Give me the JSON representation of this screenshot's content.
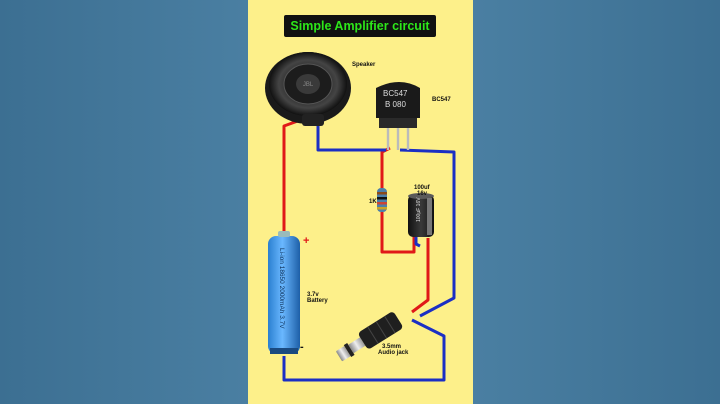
{
  "title": "Simple Amplifier circuit",
  "labels": {
    "speaker": "Speaker",
    "transistor": "BC547",
    "transistor_marking_1": "BC547",
    "transistor_marking_2": "B 080",
    "resistor": "1K",
    "capacitor_1": "100uf",
    "capacitor_2": "16v",
    "battery_1": "3.7v",
    "battery_2": "Battery",
    "battery_marking": "Li-ion 18650 2000mAh 3.7V",
    "jack_1": "3.5mm",
    "jack_2": "Audio jack",
    "plus": "+",
    "minus": "-"
  },
  "colors": {
    "panel": "#fdf08a",
    "background": "#3f7396",
    "title_bg": "#111111",
    "title_text": "#2de61a",
    "wire_red": "#e01818",
    "wire_blue": "#1b2fc4"
  }
}
